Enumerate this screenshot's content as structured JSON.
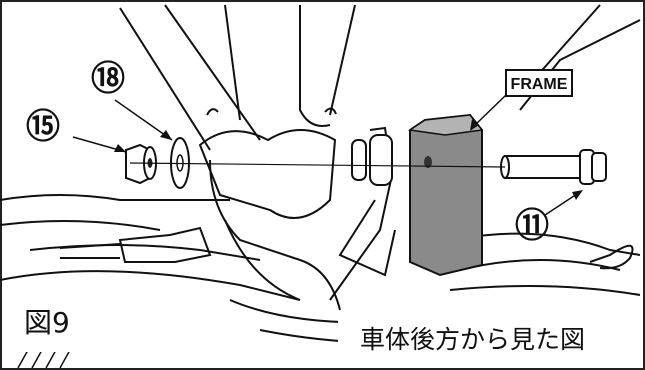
{
  "callouts": {
    "frame": "FRAME",
    "part_15": "⑮",
    "part_18": "⑱",
    "part_11": "⑪"
  },
  "captions": {
    "figure": "図9",
    "view": "車体後方から見た図"
  }
}
